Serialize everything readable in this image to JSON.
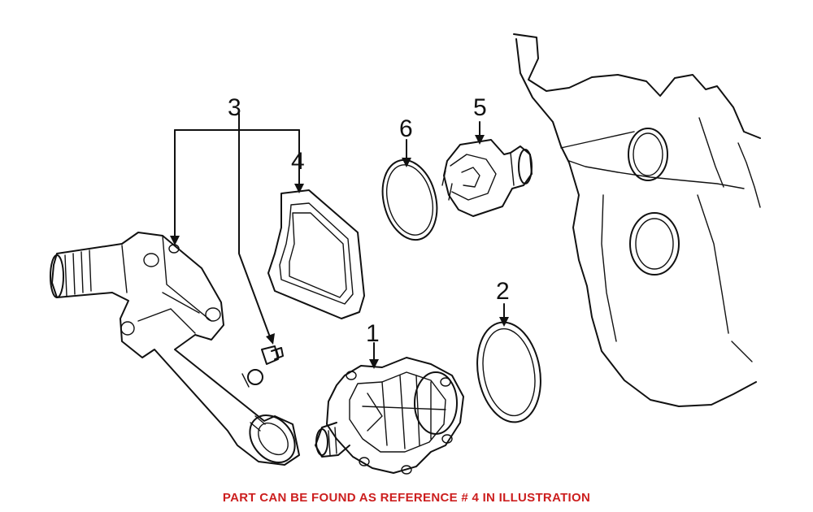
{
  "callouts": {
    "c1": "1",
    "c2": "2",
    "c3": "3",
    "c4": "4",
    "c5": "5",
    "c6": "6"
  },
  "footer": {
    "note": "PART CAN BE FOUND AS REFERENCE # 4 IN ILLUSTRATION",
    "color": "#cc1e1e"
  },
  "colors": {
    "line": "#111111",
    "background": "#ffffff"
  }
}
